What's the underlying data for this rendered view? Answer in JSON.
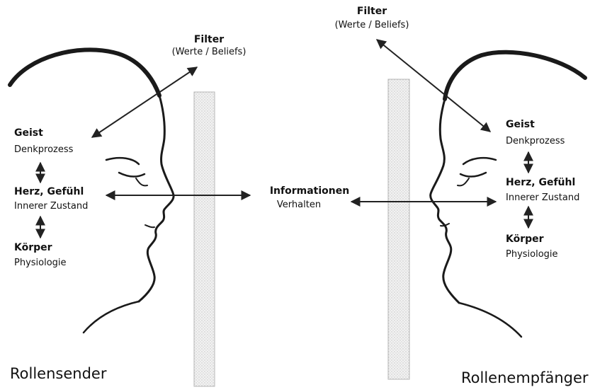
{
  "colors": {
    "line": "#1a1a1a",
    "arrow": "#222222",
    "screen_fill": "#ececec",
    "screen_stroke": "#b5b5b5"
  },
  "left": {
    "filter_title": "Filter",
    "filter_sub": "(Werte / Beliefs)",
    "geist_title": "Geist",
    "geist_sub": "Denkprozess",
    "herz_title": "Herz, Gefühl",
    "herz_sub": "Innerer Zustand",
    "koerper_title": "Körper",
    "koerper_sub": "Physiologie",
    "role": "Rollensender"
  },
  "right": {
    "filter_title": "Filter",
    "filter_sub": "(Werte / Beliefs)",
    "geist_title": "Geist",
    "geist_sub": "Denkprozess",
    "herz_title": "Herz, Gefühl",
    "herz_sub": "Innerer Zustand",
    "koerper_title": "Körper",
    "koerper_sub": "Physiologie",
    "role": "Rollenempfänger"
  },
  "center": {
    "info_title": "Informationen",
    "info_sub": "Verhalten"
  }
}
